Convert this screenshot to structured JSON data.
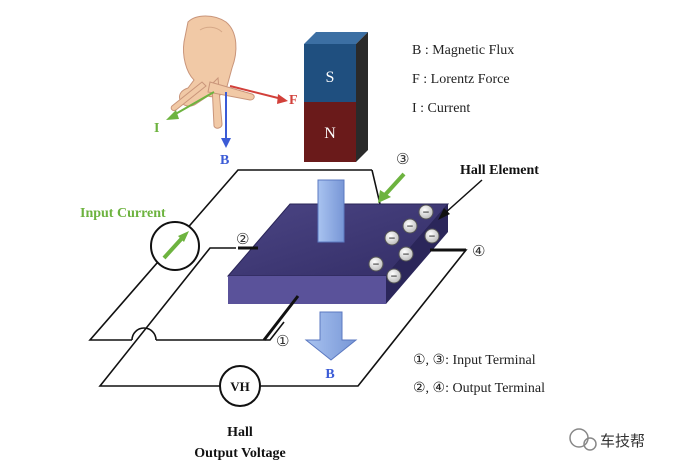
{
  "legend": {
    "b": "B : Magnetic Flux",
    "f": "F : Lorentz Force",
    "i": "I  : Current"
  },
  "hand": {
    "f_label": "F",
    "i_label": "I",
    "b_label": "B"
  },
  "magnet": {
    "south": "S",
    "north": "N",
    "south_color": "#1f4f7f",
    "north_color": "#6a1a1a"
  },
  "labels": {
    "hall_element": "Hall Element",
    "input_current": "Input Current",
    "flux_b": "B",
    "voltmeter": "VH",
    "hall_voltage_line1": "Hall",
    "hall_voltage_line2": "Output Voltage"
  },
  "terminals": {
    "t1": "①",
    "t2": "②",
    "t3": "③",
    "t4": "④",
    "input_note": "①, ③: Input Terminal",
    "output_note": "②, ④: Output Terminal"
  },
  "electron_sign": "−",
  "watermark": "车技帮",
  "colors": {
    "input_current": "#6db33f",
    "force_arrow": "#d2403a",
    "flux_arrow": "#3b5bd6",
    "hall_plate": "#3a3470",
    "flux_column": "#8fb0e8"
  }
}
